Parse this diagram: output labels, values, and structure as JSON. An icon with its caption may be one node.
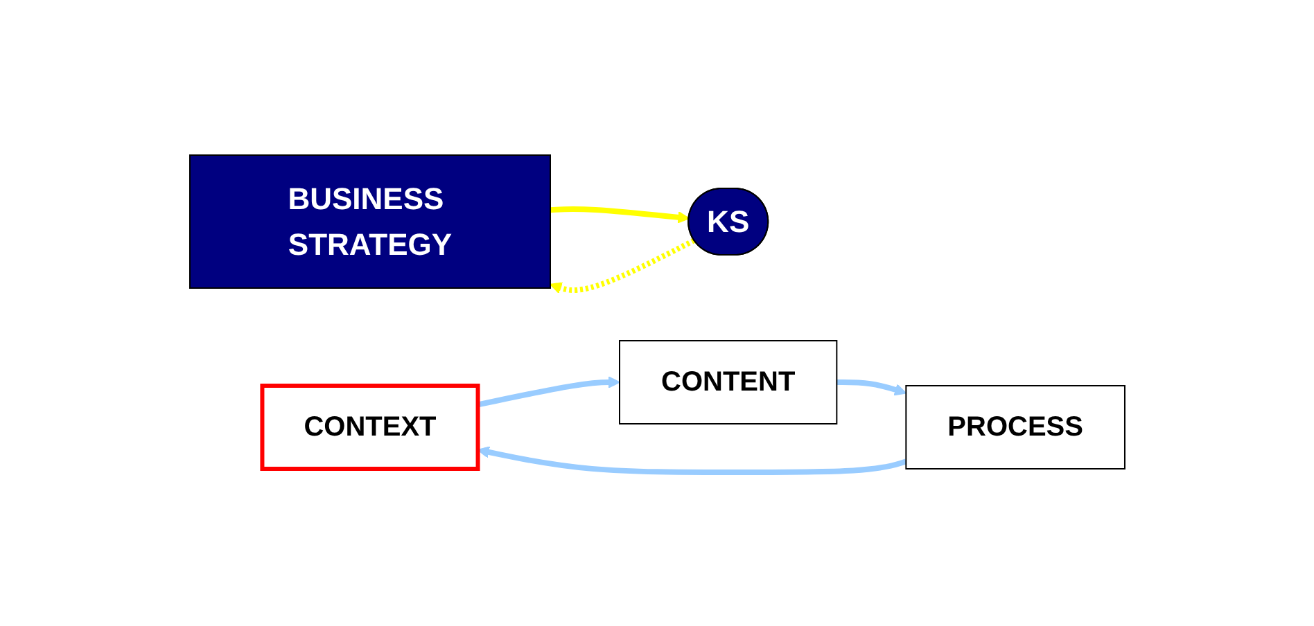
{
  "diagram": {
    "nodes": [
      {
        "text": [
          "BUSINESS STRATEGY"
        ]
      },
      {
        "text": [
          "CONTEXT"
        ]
      },
      {
        "text": [
          "KS"
        ]
      },
      {
        "text": [
          "PROCESS"
        ]
      },
      {
        "text": [
          "CONTENT"
        ]
      }
    ],
    "edges": [
      {
        "from": 0,
        "to": 2,
        "arrow": "to",
        "color": "#ffff00"
      },
      {
        "from": 1,
        "to": 4,
        "arrow": "to"
      },
      {
        "from": 4,
        "to": 3,
        "arrow": "to"
      },
      {
        "from": 3,
        "to": 1,
        "arrow": "to"
      },
      {
        "from": 2,
        "to": 0,
        "arrow": "to",
        "style": "dashed",
        "color": "#ffff00"
      }
    ]
  }
}
